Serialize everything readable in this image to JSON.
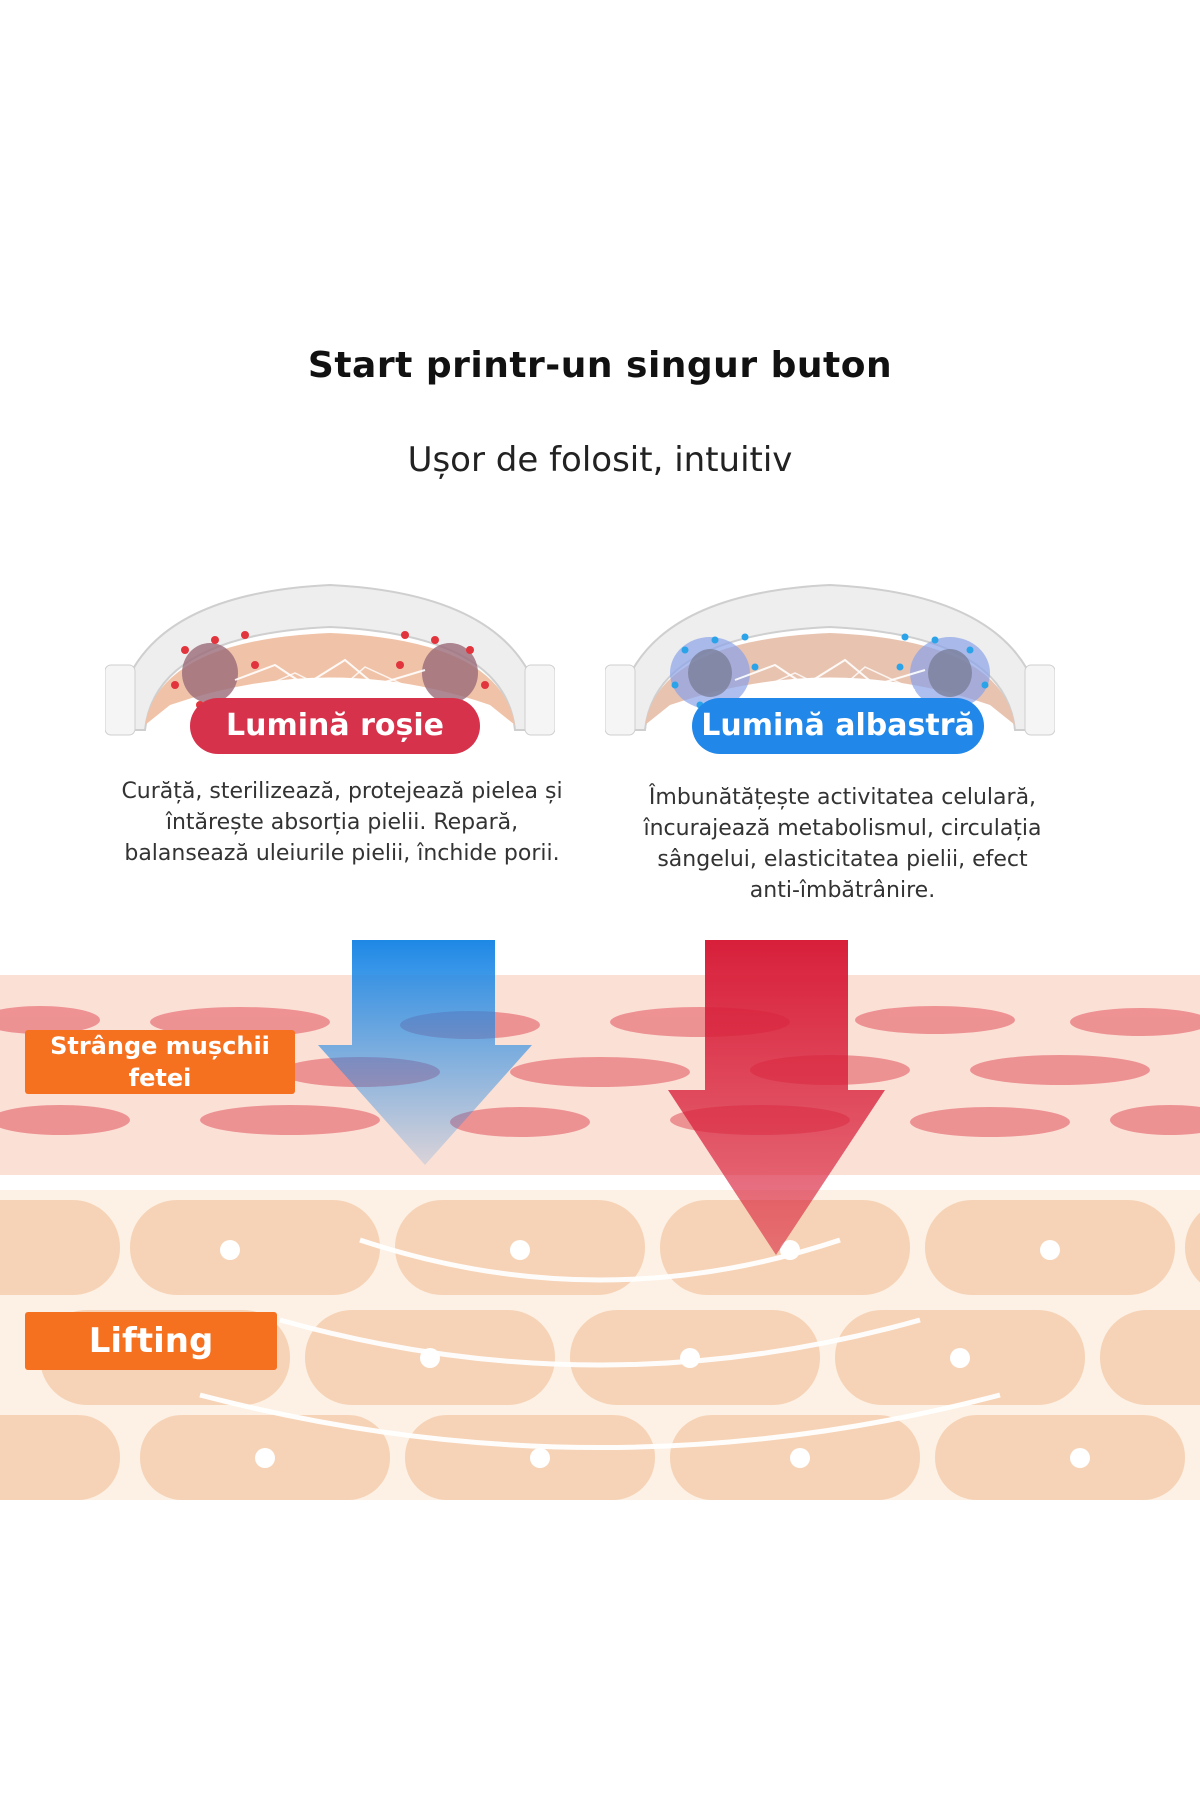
{
  "header": {
    "title": "Start printr-un singur buton",
    "subtitle": "Ușor de folosit, intuitiv"
  },
  "modes": {
    "red": {
      "label": "Lumină roșie",
      "description": "Curăță, sterilizează, protejează pielea și întărește absorția pielii. Repară, balansează uleiurile pielii, închide porii.",
      "color": "#d7324c"
    },
    "blue": {
      "label": "Lumină albastră",
      "description": "Îmbunătățește activitatea celulară, încurajează metabolismul, circulația sângelui, elasticitatea pielii, efect anti-îmbătrânire.",
      "color": "#2187e8"
    }
  },
  "tags": {
    "muscle": "Strânge mușchii fetei",
    "lifting": "Lifting"
  },
  "colors": {
    "tag": "#f5701f",
    "skin_band": "#f9d7c9",
    "cell_red": "#ec8a8c",
    "cell_beige": "#f6d3b6"
  }
}
